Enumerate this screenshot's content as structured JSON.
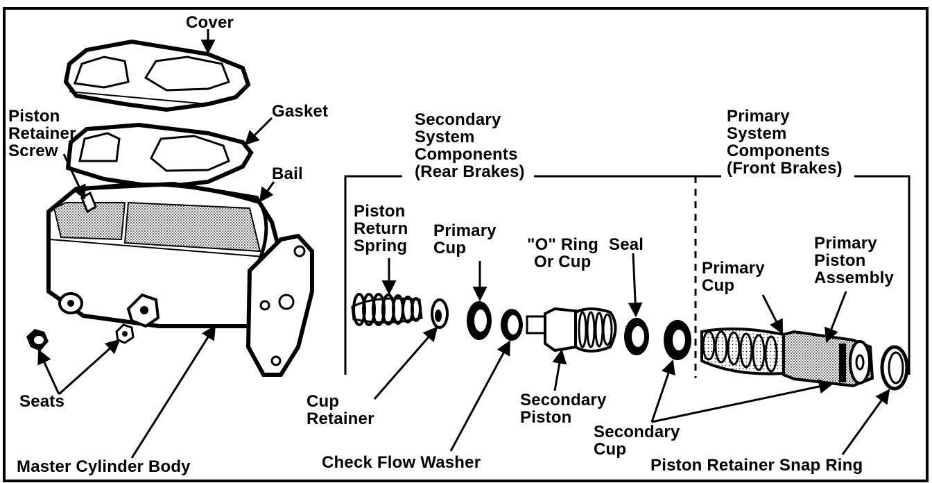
{
  "labels": {
    "cover": "Cover",
    "gasket": "Gasket",
    "piston_retainer_screw": [
      "Piston",
      "Retainer",
      "Screw"
    ],
    "bail": "Bail",
    "seats": "Seats",
    "master_cylinder_body": "Master Cylinder Body",
    "secondary_system": [
      "Secondary",
      "System",
      "Components",
      "(Rear Brakes)"
    ],
    "primary_system": [
      "Primary",
      "System",
      "Components",
      "(Front Brakes)"
    ],
    "piston_return_spring": [
      "Piston",
      "Return",
      "Spring"
    ],
    "primary_cup_secondary": [
      "Primary",
      "Cup"
    ],
    "o_ring_or_cup": [
      "\"O\" Ring",
      "Or Cup"
    ],
    "seal": "Seal",
    "primary_cup_primary": [
      "Primary",
      "Cup"
    ],
    "primary_piston_assembly": [
      "Primary",
      "Piston",
      "Assembly"
    ],
    "cup_retainer": [
      "Cup",
      "Retainer"
    ],
    "check_flow_washer": "Check Flow Washer",
    "secondary_piston": [
      "Secondary",
      "Piston"
    ],
    "secondary_cup": [
      "Secondary",
      "Cup"
    ],
    "piston_retainer_snap_ring": "Piston Retainer Snap Ring"
  }
}
